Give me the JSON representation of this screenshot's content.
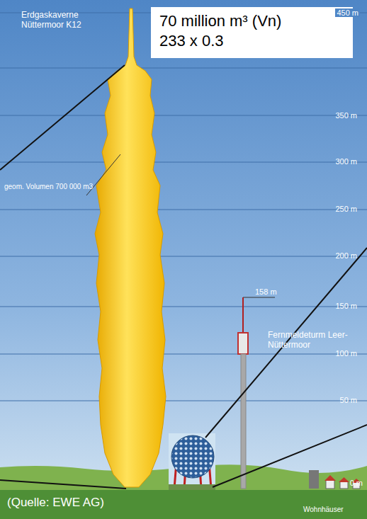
{
  "diagram": {
    "nodes": [
      {
        "text": [
          "70 million m³ (Vn)",
          "233 x 0.3"
        ]
      }
    ],
    "labels": [
      "Erdgaskaverne Nüttermoor K12",
      "geom. Volumen 700 000 m3",
      "450 m",
      "350 m",
      "300 m",
      "250 m",
      "200 m",
      "150 m",
      "100 m",
      "50 m",
      "0 m",
      "158 m",
      "Fernmeldeturm Leer-Nüttermoor",
      "Wohnhäuser",
      "(Quelle: EWE AG)"
    ]
  }
}
